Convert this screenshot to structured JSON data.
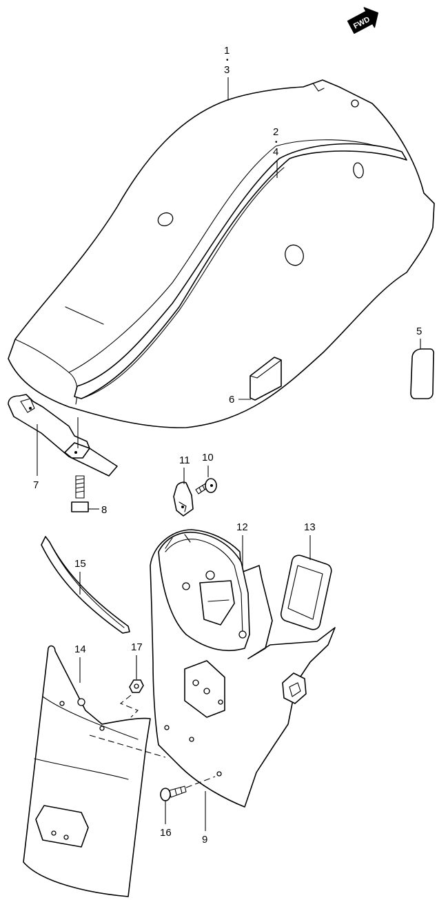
{
  "fwd_badge": {
    "text": "FWD",
    "icon": "fwd-arrow-icon"
  },
  "callouts": {
    "c1": "1",
    "c3": "3",
    "c2": "2",
    "c4": "4",
    "c5": "5",
    "c6": "6",
    "c7": "7",
    "c8": "8",
    "c9": "9",
    "c10": "10",
    "c11": "11",
    "c12": "12",
    "c13": "13",
    "c14": "14",
    "c15": "15",
    "c16": "16",
    "c17": "17"
  }
}
